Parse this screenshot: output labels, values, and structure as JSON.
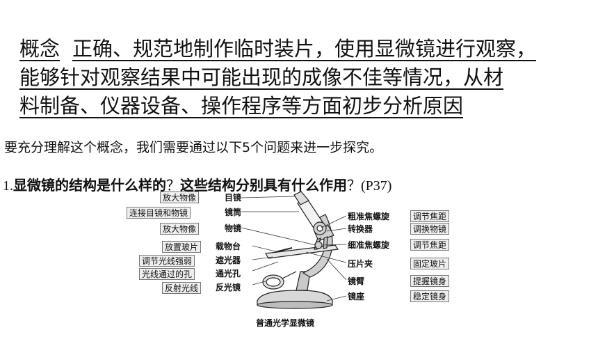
{
  "concept": {
    "label": "概念",
    "line1": "正确、规范地制作临时装片，使用显微镜进行观察，",
    "line2": "能够针对观察结果中可能出现的成像不佳等情况，从材",
    "line3": "料制备、仪器设备、操作程序等方面初步分析原因"
  },
  "intro": "要充分理解这个概念，我们需要通过以下5个问题来进一步探究。",
  "question": {
    "number": "1.",
    "part1": "显微镜的结构是什么样的",
    "mark1": "？",
    "part2": "这些结构分别具有什么作用",
    "mark2": "？",
    "ref": "(P37)"
  },
  "diagram": {
    "caption": "普通光学显微镜",
    "left_functions": [
      "放大物像",
      "连接目镜和物镜",
      "放大物像",
      "放置玻片",
      "调节光线强弱",
      "光线通过的孔",
      "反射光线"
    ],
    "left_parts": [
      "目镜",
      "镜筒",
      "物镜",
      "载物台",
      "遮光器",
      "通光孔",
      "反光镜"
    ],
    "right_parts": [
      "粗准焦螺旋",
      "转换器",
      "细准焦螺旋",
      "压片夹",
      "镜臂",
      "镜座"
    ],
    "right_functions": [
      "调节焦距",
      "调换物镜",
      "调节焦距",
      "固定玻片",
      "提握镜身",
      "稳定镜身"
    ]
  }
}
